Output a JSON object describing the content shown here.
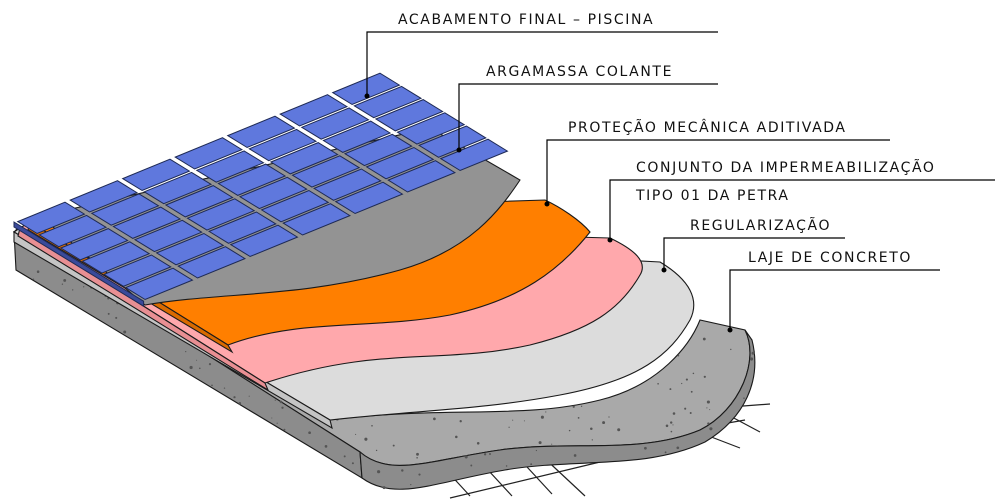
{
  "diagram": {
    "labels": {
      "acabamento": "ACABAMENTO FINAL – PISCINA",
      "argamassa": "ARGAMASSA COLANTE",
      "protecao": "PROTEÇÃO MECÂNICA ADITIVADA",
      "conjunto_1": "CONJUNTO DA IMPERMEABILIZAÇÃO",
      "conjunto_2": "TIPO 01 DA PETRA",
      "regularizacao": "REGULARIZAÇÃO",
      "laje": "LAJE DE CONCRETO"
    },
    "colors": {
      "tile": "#5f78dd",
      "tile_grout": "#1e2a55",
      "mortar": "#939393",
      "mechanical_protection": "#ff7f00",
      "waterproofing": "#ffa8ac",
      "leveling": "#dcdcdc",
      "concrete": "#a9a9a9",
      "concrete_side": "#8c8c8c"
    },
    "tile_grid": {
      "rows": 6,
      "cols": 7
    }
  }
}
